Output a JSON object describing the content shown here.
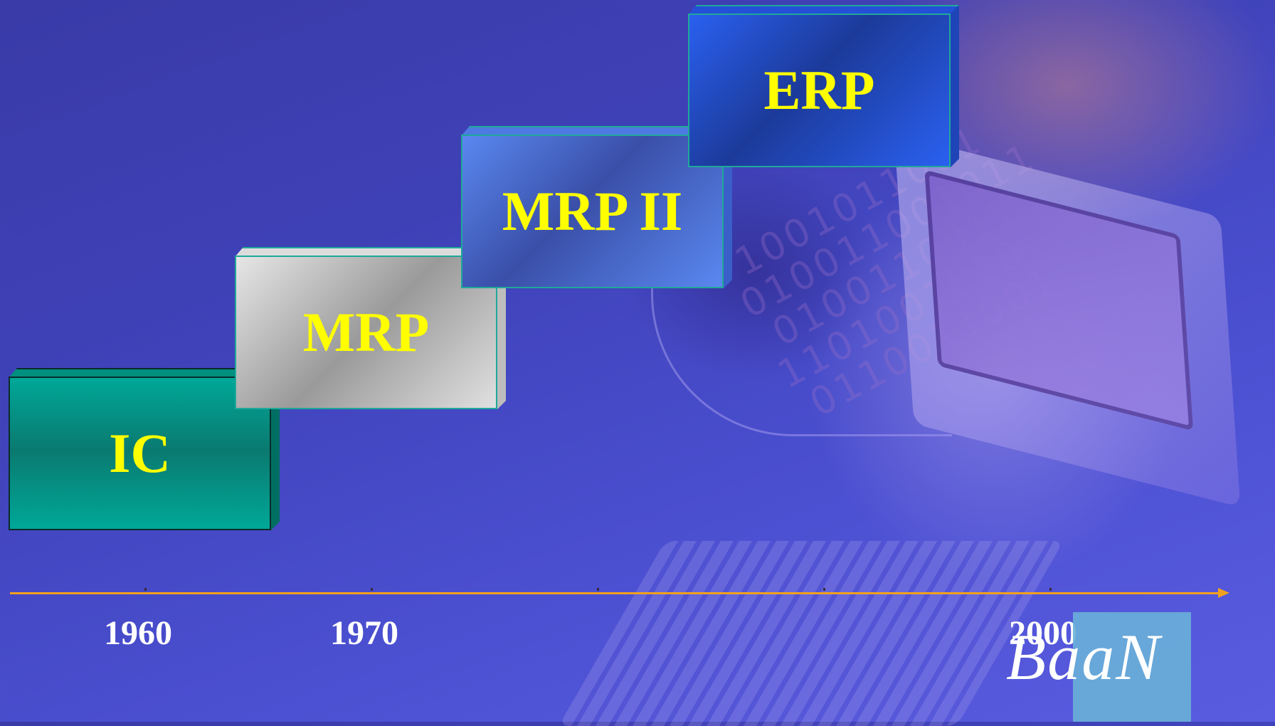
{
  "blocks": {
    "ic": "IC",
    "mrp": "MRP",
    "mrp2": "MRP II",
    "erp": "ERP"
  },
  "timeline": {
    "years": [
      "1960",
      "1970",
      "2000"
    ],
    "axis_color": "#f0a020"
  },
  "logo": {
    "text": "BaaN"
  },
  "colors": {
    "label_yellow": "#ffff00",
    "background_blue": "#3f42b8"
  }
}
